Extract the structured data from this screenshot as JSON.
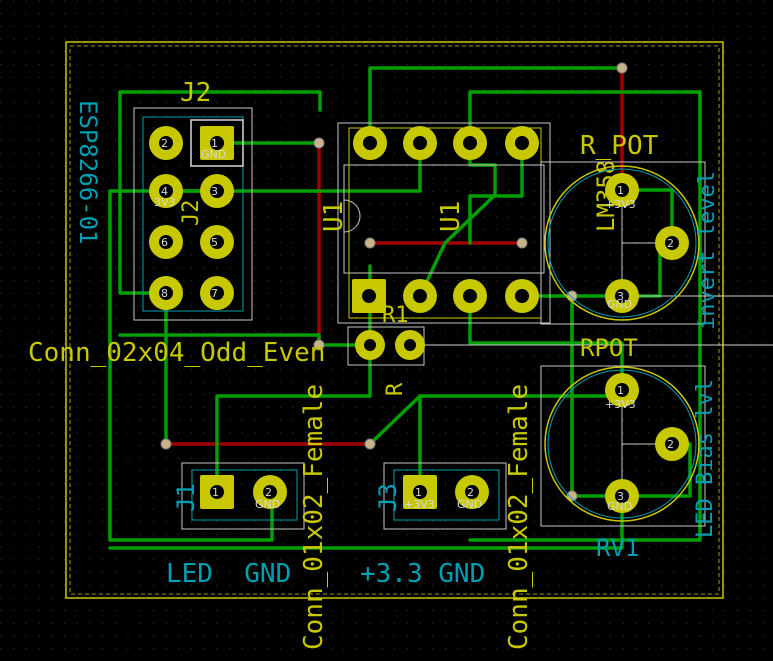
{
  "board": {
    "colors": {
      "background": "#000000",
      "edge_cuts": "#c8c800",
      "copper_front": "#00a000",
      "copper_back": "#a00000",
      "pad": "#c8c800",
      "silk_ref": "#c8c800",
      "silk_value": "#00a0b4"
    }
  },
  "components": {
    "j2": {
      "ref": "J2",
      "value": "Conn_02x04_Odd_Even",
      "fab_ref": "J2",
      "pads": [
        "1",
        "2",
        "3",
        "4",
        "5",
        "6",
        "7",
        "8"
      ],
      "pad1_net": "GND",
      "pad3_net": "3V3"
    },
    "esp": {
      "label": "ESP8266-01"
    },
    "u1": {
      "ref": "U1",
      "fab_ref": "U1",
      "value": "LM358"
    },
    "r": {
      "ref": "R",
      "fab_ref": "R1"
    },
    "j1": {
      "ref": "J1",
      "value": "Conn_01x02_Female",
      "pad1_num": "1",
      "pad2_num": "2",
      "pad2_net": "GND",
      "caption": "LED  GND"
    },
    "j3": {
      "ref": "J3",
      "value": "Conn_01x02_Female",
      "pad1_num": "1",
      "pad2_num": "2",
      "pad1_net": "+3V3",
      "pad2_net": "GND",
      "caption": "+3.3 GND"
    },
    "r_pot": {
      "ref": "R_POT",
      "value": "invert level",
      "pad1": "1",
      "pad1_net": "+3V3",
      "pad2": "2",
      "pad3": "3",
      "pad3_net": "GND"
    },
    "rv1": {
      "ref": "RV1",
      "fab_ref": "RPOT",
      "value": "LED Bias lvl",
      "pad1": "1",
      "pad1_net": "+3V3",
      "pad2": "2",
      "pad3": "3",
      "pad3_net": "GND"
    }
  }
}
